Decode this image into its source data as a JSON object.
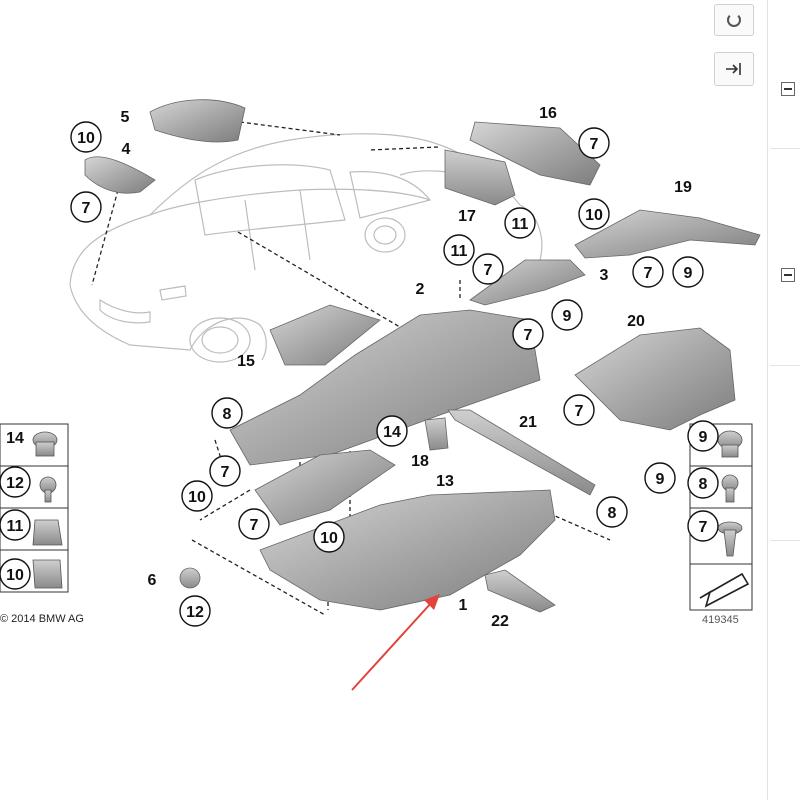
{
  "diagram": {
    "copyright": "© 2014 BMW AG",
    "doc_number": "419345",
    "callouts_circled": [
      "10",
      "7",
      "7",
      "10",
      "11",
      "11",
      "7",
      "9",
      "7",
      "9",
      "7",
      "8",
      "7",
      "10",
      "7",
      "10",
      "12",
      "7",
      "9",
      "8",
      "14",
      "12",
      "11",
      "10",
      "9",
      "8",
      "7"
    ],
    "callouts_plain": [
      "5",
      "4",
      "16",
      "17",
      "19",
      "3",
      "2",
      "20",
      "15",
      "21",
      "14",
      "18",
      "13",
      "6",
      "1",
      "22"
    ]
  },
  "ui": {
    "sidebar_top_icon": "circle-arrow-icon",
    "sidebar_expand_icon": "arrow-to-right-icon",
    "collapse_icon": "minus-box-icon"
  },
  "annotation": {
    "arrow_color": "#e0443c"
  }
}
